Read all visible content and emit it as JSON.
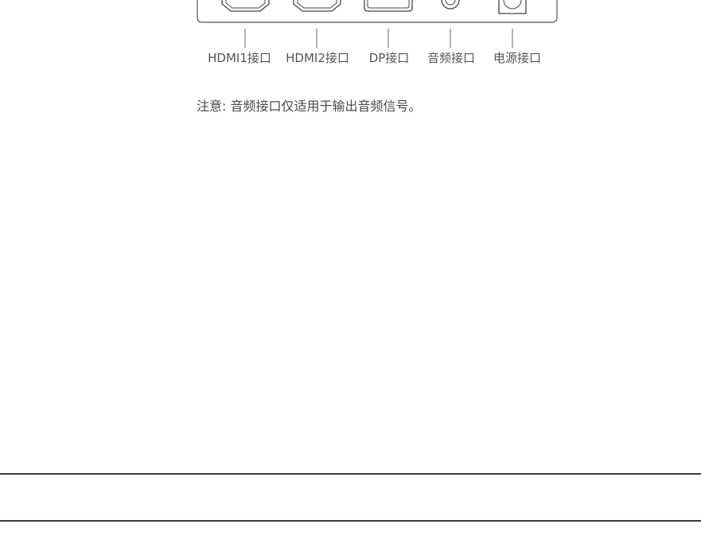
{
  "ports": [
    {
      "id": "hdmi1",
      "label": "HDMI1接口"
    },
    {
      "id": "hdmi2",
      "label": "HDMI2接口"
    },
    {
      "id": "dp",
      "label": "DP接口"
    },
    {
      "id": "audio",
      "label": "音频接口"
    },
    {
      "id": "power",
      "label": "电源接口"
    }
  ],
  "note": "注意: 音频接口仅适用于输出音频信号。"
}
